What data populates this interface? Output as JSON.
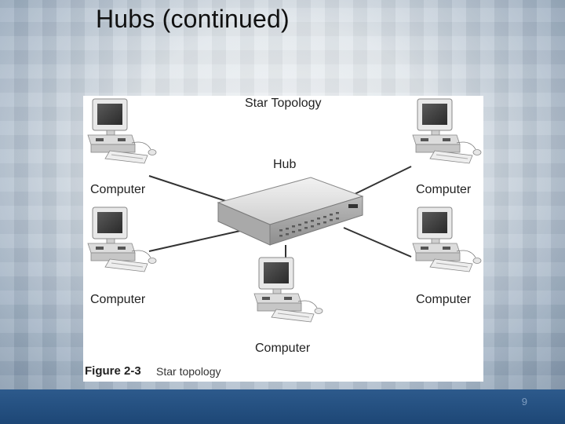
{
  "slide": {
    "title": "Hubs (continued)",
    "page_number": "9"
  },
  "figure": {
    "heading": "Star Topology",
    "hub_label": "Hub",
    "computer_labels": [
      "Computer",
      "Computer",
      "Computer",
      "Computer",
      "Computer"
    ],
    "caption_number": "Figure 2-3",
    "caption_text": "Star topology"
  },
  "colors": {
    "footer": "#1f4a7a",
    "link_line": "#333333"
  }
}
